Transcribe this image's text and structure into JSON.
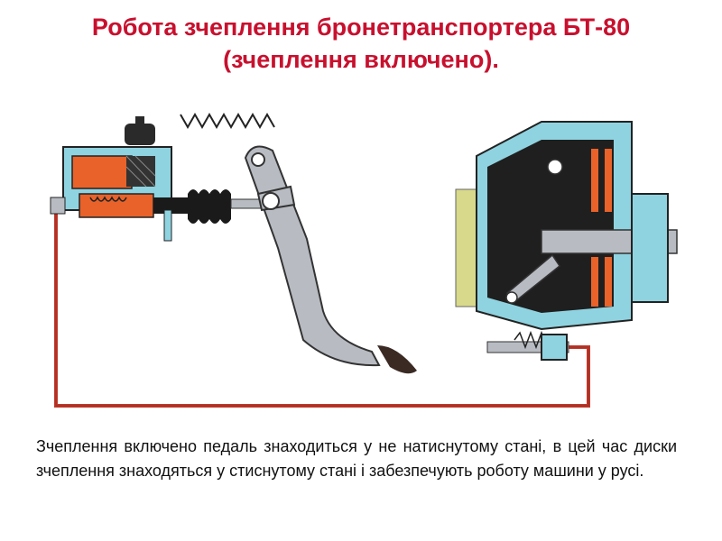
{
  "slide": {
    "title_line1": "Робота зчеплення бронетранспортера БТ-80",
    "title_line2": "(зчеплення включено).",
    "caption": "Зчеплення включено педаль знаходиться у не натиснутому стані, в цей час диски зчеплення знаходяться у стиснутому стані і забезпечують роботу машини у русі."
  },
  "colors": {
    "title": "#c8102e",
    "fluid": "#e8622a",
    "hydraulic_line": "#c0392b",
    "housing": "#8fd3e0",
    "steel": "#b8bcc2",
    "flywheel": "#d8d98a",
    "dark": "#1a1a1a"
  },
  "icons": [
    "master-cylinder-icon",
    "clutch-pedal-icon",
    "return-spring-icon",
    "clutch-assembly-icon",
    "slave-cylinder-icon"
  ]
}
